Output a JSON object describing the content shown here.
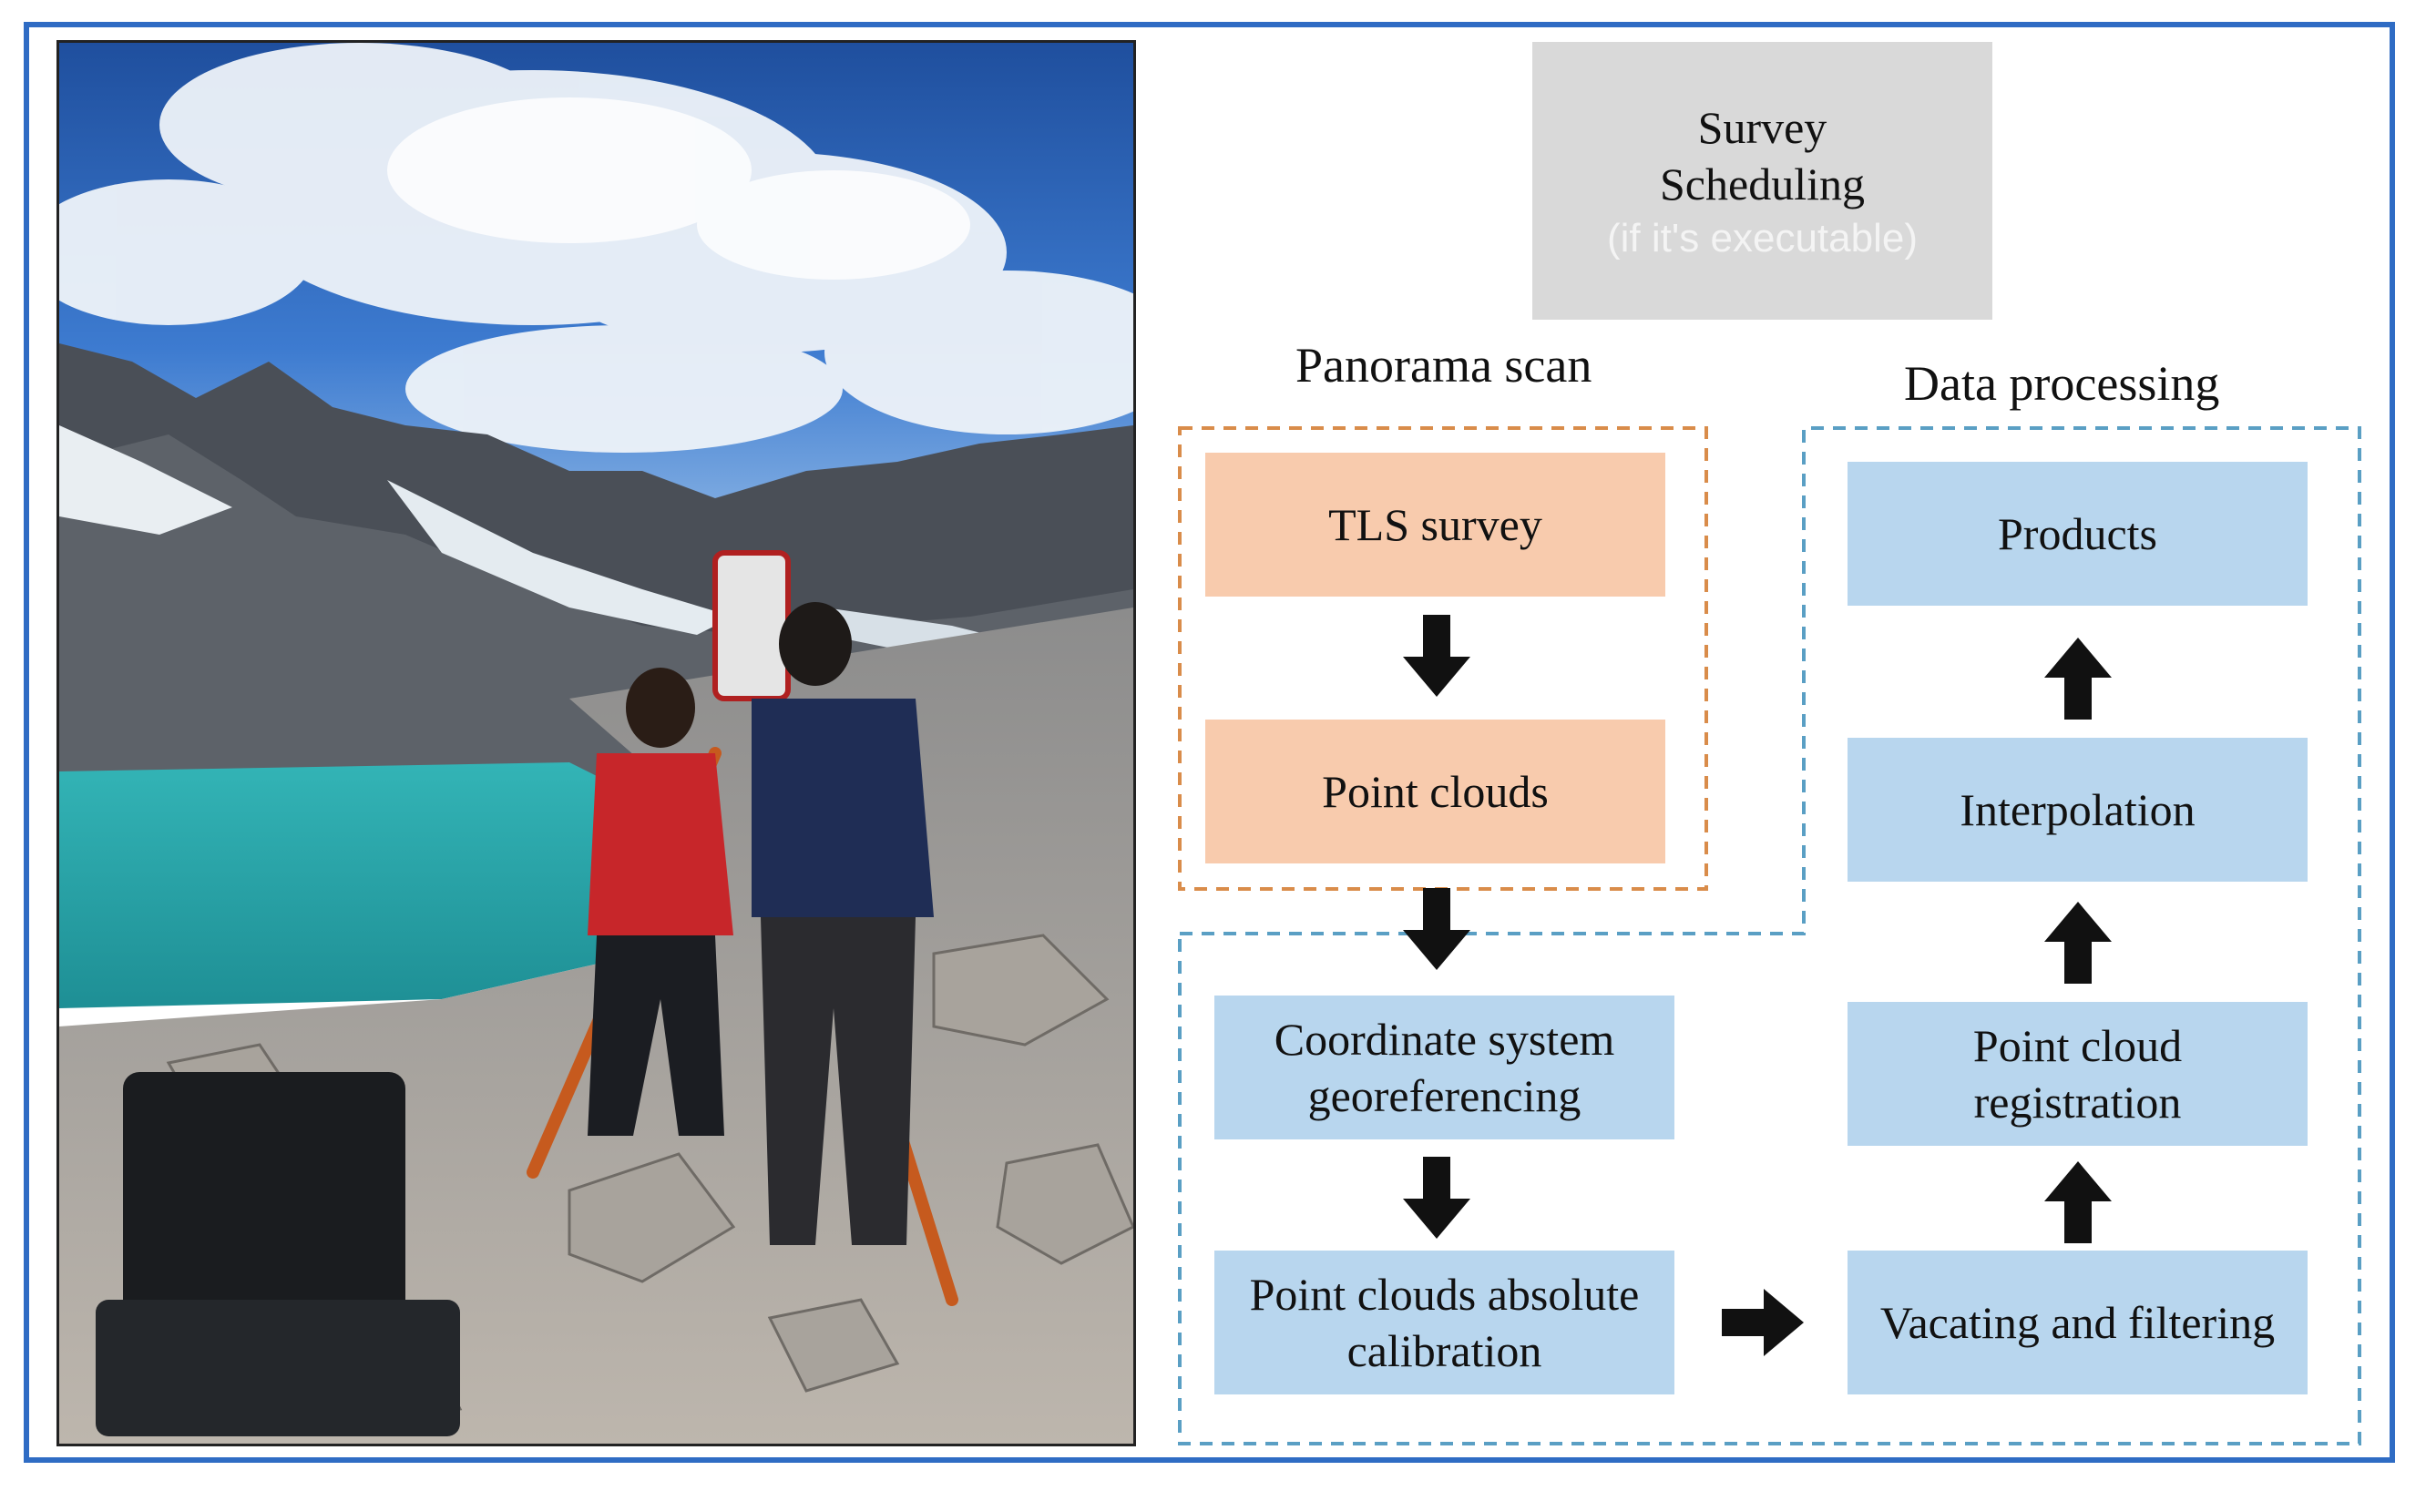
{
  "diagram": {
    "scheduling": {
      "line1": "Survey",
      "line2": "Scheduling",
      "note": "(if it's executable)"
    },
    "panorama_heading": "Panorama scan",
    "processing_heading": "Data processing",
    "tls_survey": "TLS survey",
    "point_clouds": "Point clouds",
    "coordinate": {
      "line1": "Coordinate system",
      "line2": "georeferencing"
    },
    "calibration": {
      "line1": "Point clouds absolute",
      "line2": "calibration"
    },
    "vacating": "Vacating and filtering",
    "registration": {
      "line1": "Point cloud",
      "line2": "registration"
    },
    "interpolation": "Interpolation",
    "products": "Products"
  },
  "colors": {
    "frame_border": "#2f6cc4",
    "gray_box": "#d9d9d9",
    "orange_box": "#f8cbad",
    "blue_box": "#b8d6ee",
    "orange_dash": "#d98c4a",
    "blue_dash": "#5a9fc4"
  }
}
